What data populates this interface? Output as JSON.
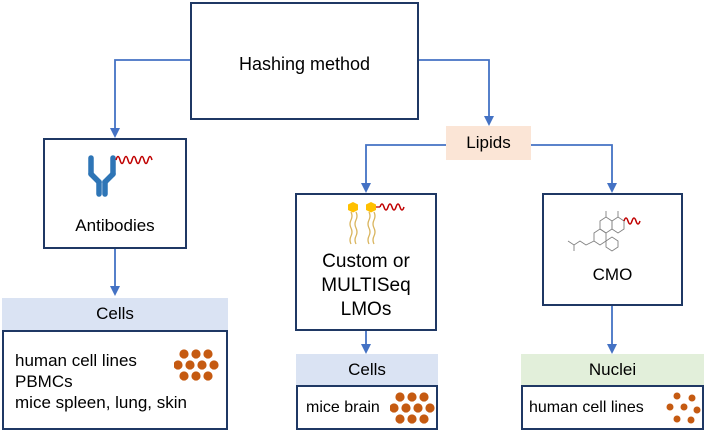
{
  "diagram": {
    "root": {
      "label": "Hashing method"
    },
    "lipids": {
      "label": "Lipids",
      "fill": "#fbe5d6"
    },
    "antibodies": {
      "label": "Antibodies"
    },
    "lmo": {
      "lines": [
        "Custom or",
        "MULTISeq",
        "LMOs"
      ]
    },
    "cmo": {
      "label": "CMO"
    },
    "antibody_cells": {
      "header": "Cells",
      "header_fill": "#dae3f3",
      "items": [
        "human cell lines",
        "PBMCs",
        "mice spleen, lung, skin"
      ]
    },
    "lmo_cells": {
      "header": "Cells",
      "header_fill": "#dae3f3",
      "items": [
        "mice brain"
      ]
    },
    "cmo_nuclei": {
      "header": "Nuclei",
      "header_fill": "#e2efda",
      "items": [
        "human cell lines"
      ]
    },
    "colors": {
      "box_border": "#1f3864",
      "arrow": "#4472c4",
      "antibody_icon": "#2e75b6",
      "oligo": "#c00000",
      "cell_fill": "#c55a11",
      "lipid_head": "#ffc000"
    },
    "icons": [
      "antibody-icon",
      "oligo-tail-icon",
      "lipid-anchor-icon",
      "cholesterol-icon",
      "cell-cluster-icon",
      "nuclei-dots-icon"
    ]
  }
}
